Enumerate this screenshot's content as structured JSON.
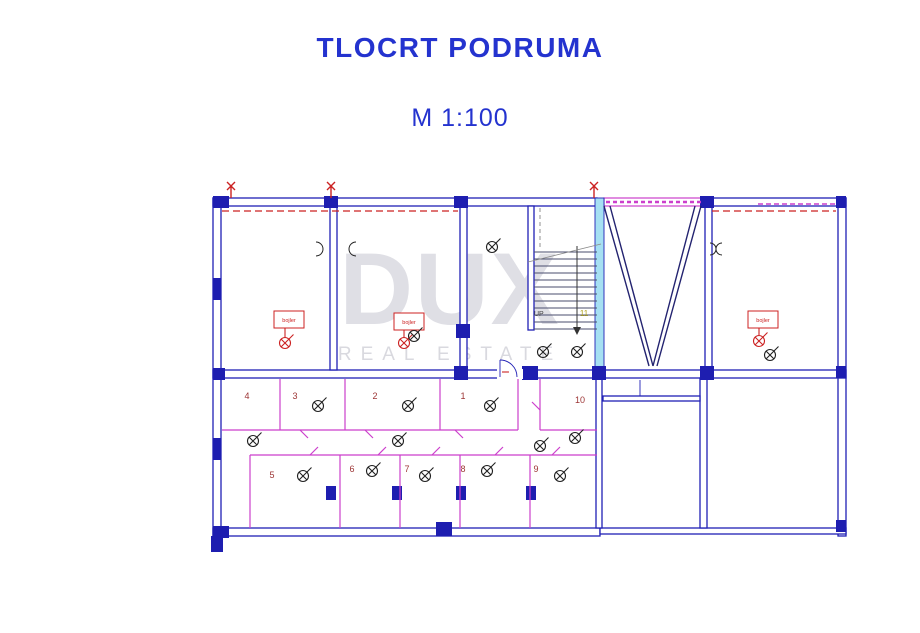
{
  "header": {
    "title": "TLOCRT PODRUMA",
    "scale": "M 1:100"
  },
  "watermark": {
    "brand": "DUX",
    "tagline": "REAL ESTATE"
  },
  "plan": {
    "up_label": "UP",
    "stairs_flight_number": "11",
    "boiler_label": "bojler",
    "room_numbers": [
      "1",
      "2",
      "3",
      "4",
      "5",
      "6",
      "7",
      "8",
      "9",
      "10"
    ]
  },
  "colors": {
    "title_blue": "#2433cf",
    "wall_blue": "#2121b5",
    "partition_magenta": "#cc3fcc",
    "electrical_red": "#cc2222",
    "shaft_cyan": "#a6e0f2",
    "watermark_gray": "#dfdfe5",
    "room_number_red": "#9c3434"
  }
}
